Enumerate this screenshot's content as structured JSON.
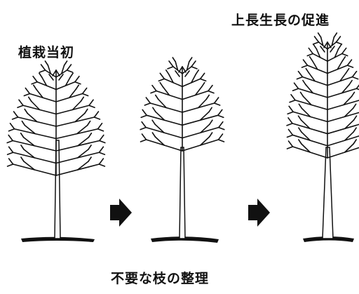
{
  "labels": {
    "initial": "植栽当初",
    "growth": "上長生長の促進",
    "pruning": "不要な枝の整理"
  },
  "trees": [
    {
      "name": "tree-initial"
    },
    {
      "name": "tree-pruned"
    },
    {
      "name": "tree-grown"
    }
  ],
  "arrows": 2,
  "colors": {
    "ink": "#111111"
  }
}
